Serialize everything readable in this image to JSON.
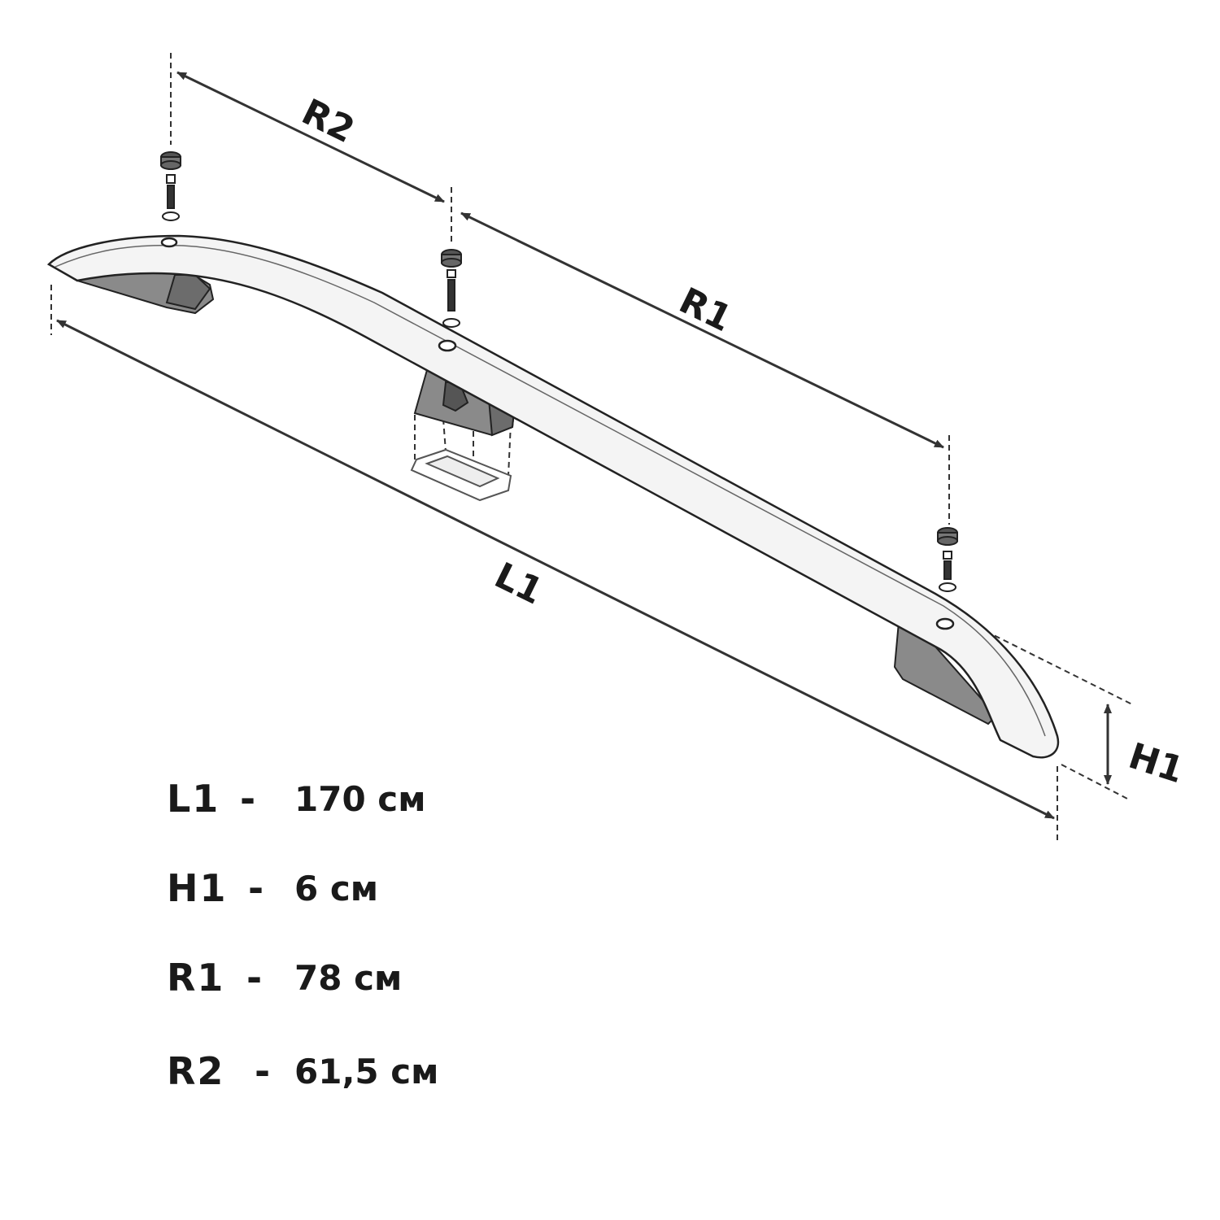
{
  "dimension_labels": {
    "r2": "R2",
    "r1": "R1",
    "l1": "L1",
    "h1": "H1"
  },
  "legend": [
    {
      "label": "L1",
      "separator": "-",
      "value": "170 см"
    },
    {
      "label": "H1",
      "separator": "-",
      "value": "6 см"
    },
    {
      "label": "R1",
      "separator": "-",
      "value": "78 см"
    },
    {
      "label": "R2",
      "separator": "-",
      "value": "61,5 см"
    }
  ],
  "colors": {
    "line": "#333333",
    "foot": "#8a8a8a",
    "rail": "#f2f2f2"
  }
}
